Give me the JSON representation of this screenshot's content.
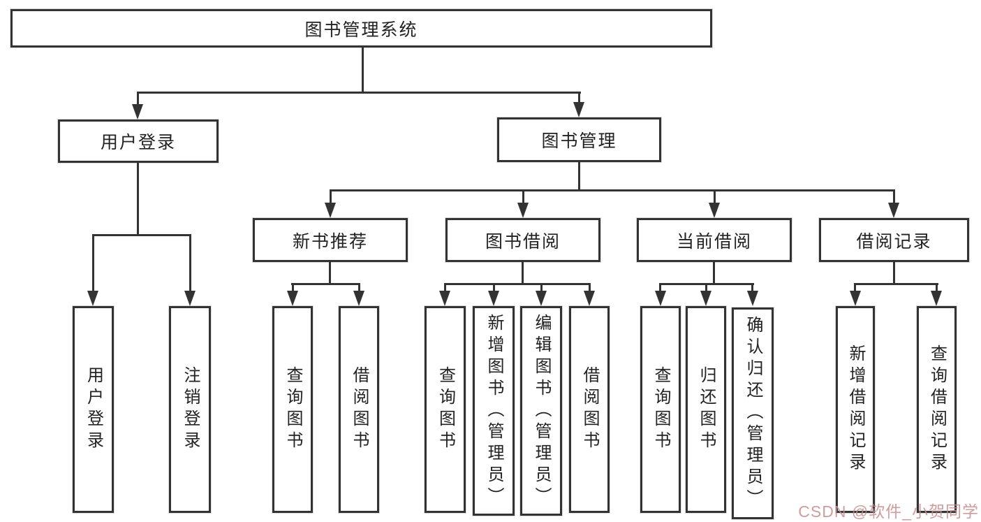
{
  "diagram": {
    "title": "图书管理系统",
    "user_branch": {
      "label": "用户登录",
      "children": [
        "用户登录",
        "注销登录"
      ]
    },
    "mgmt_branch": {
      "label": "图书管理",
      "sections": [
        {
          "label": "新书推荐",
          "children": [
            "查询图书",
            "借阅图书"
          ]
        },
        {
          "label": "图书借阅",
          "children": [
            "查询图书",
            "新增图书（管理员）",
            "编辑图书（管理员）",
            "借阅图书"
          ]
        },
        {
          "label": "当前借阅",
          "children": [
            "查询图书",
            "归还图书",
            "确认归还（管理员）"
          ]
        },
        {
          "label": "借阅记录",
          "children": [
            "新增借阅记录",
            "查询借阅记录"
          ]
        }
      ]
    }
  },
  "watermark": {
    "text": "CSDN @软件_小贺同学",
    "color": "#c68c8c"
  },
  "colors": {
    "line": "#333333",
    "box_border": "#333333",
    "text": "#222222",
    "background": "#ffffff"
  }
}
